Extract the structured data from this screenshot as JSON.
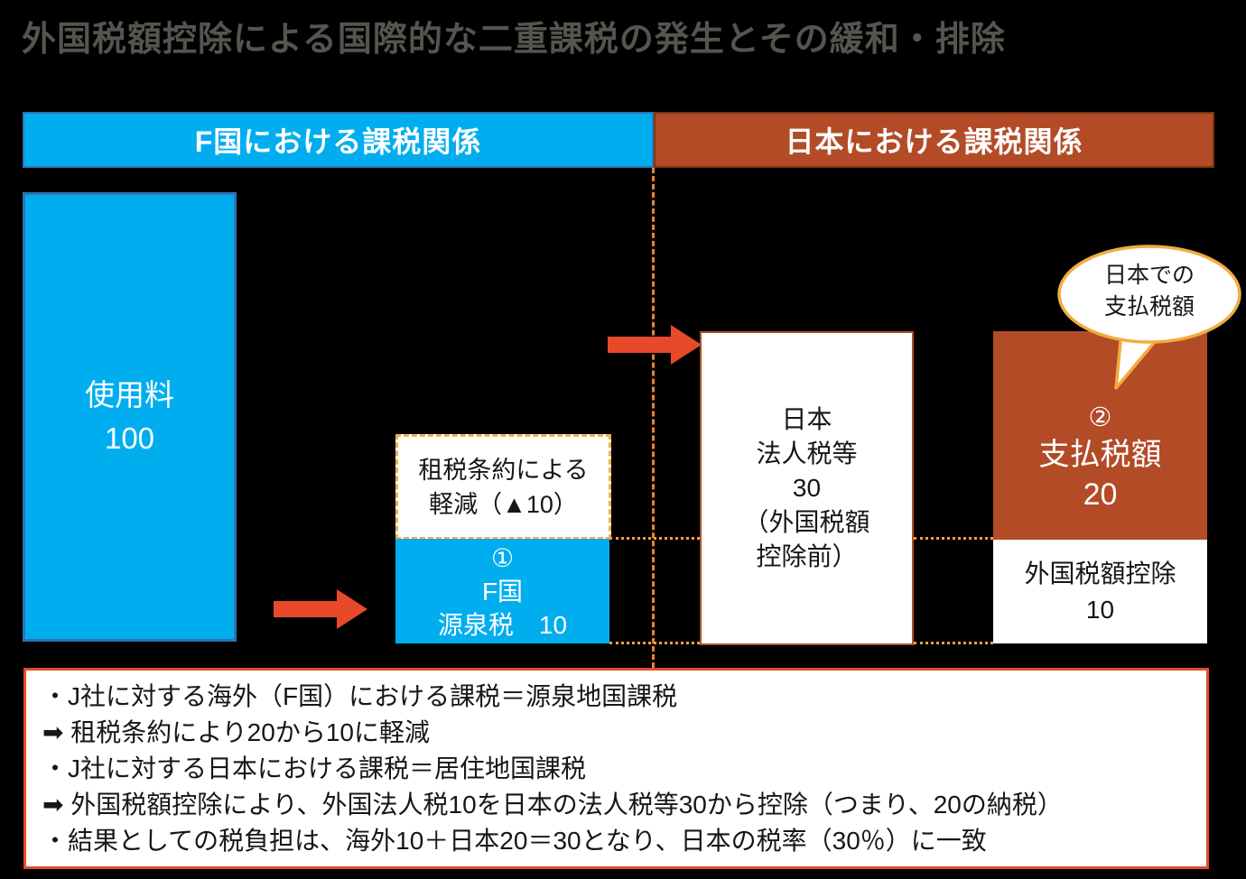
{
  "title": "外国税額控除による国際的な二重課税の発生とその緩和・排除",
  "headers": {
    "f_country": "F国における課税関係",
    "japan": "日本における課税関係"
  },
  "boxes": {
    "royalty": {
      "lines": [
        "使用料",
        "100"
      ]
    },
    "treaty": {
      "lines": [
        "租税条約による",
        "軽減（▲10）"
      ]
    },
    "f_withholding": {
      "lines": [
        "①",
        "F国",
        "源泉税　10"
      ]
    },
    "japan_corporate": {
      "lines": [
        "日本",
        "法人税等",
        "30",
        "（外国税額",
        "控除前）"
      ]
    },
    "paid_tax": {
      "lines": [
        "②",
        "支払税額",
        "20"
      ]
    },
    "foreign_tax_credit": {
      "lines": [
        "外国税額控除",
        "10"
      ]
    }
  },
  "callout": {
    "lines": [
      "日本での",
      "支払税額"
    ]
  },
  "notes": [
    "・J社に対する海外（F国）における課税＝源泉地国課税",
    "➡ 租税条約により20から10に軽減",
    "・J社に対する日本における課税＝居住地国課税",
    "➡ 外国税額控除により、外国法人税10を日本の法人税等30から控除（つまり、20の納税）",
    "・結果としての税負担は、海外10＋日本20＝30となり、日本の税率（30％）に一致"
  ],
  "colors": {
    "blue": "#00AEEF",
    "blue-border": "#2D74B5",
    "brown": "#B34B27",
    "brown-border": "#7A3415",
    "box-border-brown": "#AD4E28",
    "arrow": "#E8492B",
    "dash-orange": "#F08228",
    "dot-orange": "#F0A23F",
    "treaty-dash": "#F2AE46",
    "callout-border": "#F3AC3F",
    "notes-border": "#E8492B",
    "title-gray": "#55554F"
  }
}
